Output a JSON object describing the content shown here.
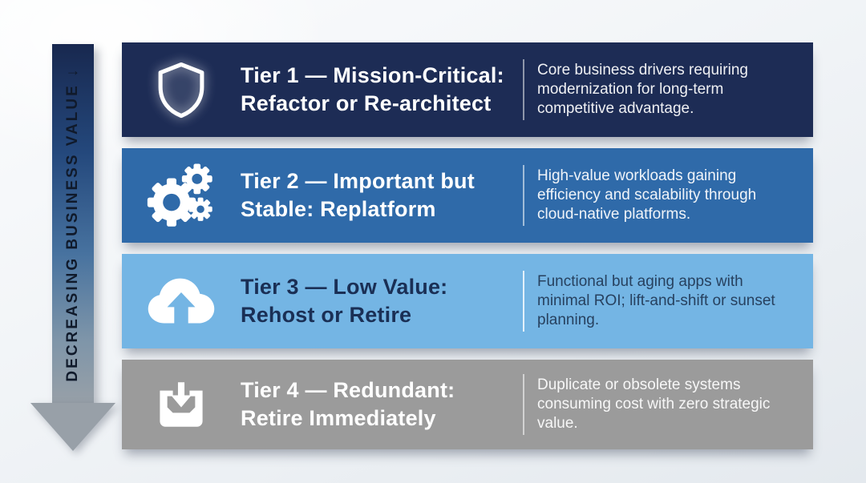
{
  "diagram": {
    "axis_label": "DECREASING BUSINESS VALUE ↓",
    "palette": {
      "tier1_bg": "#1d2c55",
      "tier2_bg": "#2f6aa9",
      "tier3_bg": "#74b5e4",
      "tier4_bg": "#9b9b9b",
      "arrow_gray": "#98a0a8",
      "background": "#eef2f5"
    },
    "tiers": [
      {
        "icon": "shield-icon",
        "title_lines": [
          "Tier 1 — Mission-Critical:",
          "Refactor or Re-architect"
        ],
        "description": "Core business drivers requiring modernization for long-term competitive advantage.",
        "bg": "#1d2c55",
        "title_color": "#ffffff",
        "desc_color": "rgba(255,255,255,0.93)",
        "divider_color": "rgba(255,255,255,0.5)"
      },
      {
        "icon": "gears-icon",
        "title_lines": [
          "Tier 2 — Important but",
          "Stable: Replatform"
        ],
        "description": "High-value workloads gaining efficiency and scalability through cloud-native platforms.",
        "bg": "#2f6aa9",
        "title_color": "#ffffff",
        "desc_color": "rgba(255,255,255,0.93)",
        "divider_color": "rgba(255,255,255,0.55)"
      },
      {
        "icon": "cloud-upload-icon",
        "title_lines": [
          "Tier 3 — Low Value:",
          "Rehost or Retire"
        ],
        "description": "Functional but aging apps with minimal ROI; lift-and-shift or sunset planning.",
        "bg": "#74b5e4",
        "title_color": "#1a2f55",
        "desc_color": "#27415f",
        "divider_color": "rgba(255,255,255,0.8)"
      },
      {
        "icon": "archive-download-icon",
        "title_lines": [
          "Tier 4 — Redundant:",
          "Retire Immediately"
        ],
        "description": "Duplicate or obsolete systems consuming cost with zero strategic value.",
        "bg": "#9b9b9b",
        "title_color": "#ffffff",
        "desc_color": "rgba(255,255,255,0.92)",
        "divider_color": "rgba(255,255,255,0.55)"
      }
    ]
  }
}
